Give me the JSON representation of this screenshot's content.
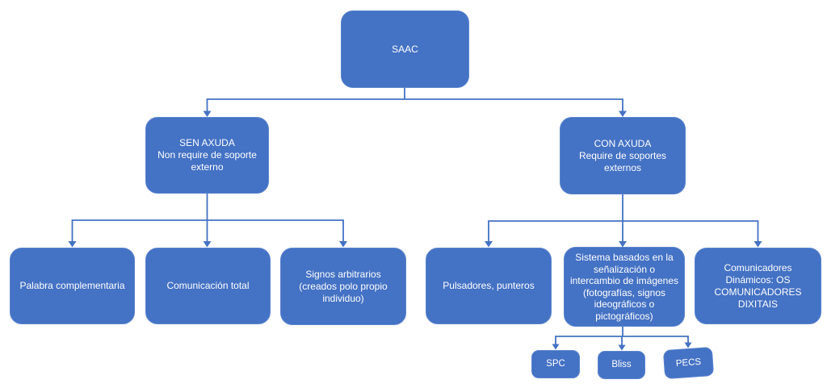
{
  "colors": {
    "node_fill": "#4472C4",
    "node_text": "#FFFFFF",
    "connector": "#4472C4",
    "background": "#FFFFFF"
  },
  "nodes": {
    "saac": {
      "label": "SAAC"
    },
    "sen_axuda": {
      "label": "SEN AXUDA\nNon require de soporte\nexterno"
    },
    "con_axuda": {
      "label": "CON AXUDA\nRequire de soportes\nexternos"
    },
    "palabra_complementaria": {
      "label": "Palabra complementaria"
    },
    "comunicacion_total": {
      "label": "Comunicación total"
    },
    "signos_arbitrarios": {
      "label": "Signos arbitrarios\n(creados polo propio\nindividuo)"
    },
    "pulsadores_punteros": {
      "label": "Pulsadores, punteros"
    },
    "sistema_imaxes": {
      "label": "Sistema basados en la\nseñalización o\nintercambio de imágenes\n(fotografías, signos\nideográficos o\npictográficos)"
    },
    "comunicadores_dinamicos": {
      "label": "Comunicadores\nDinámicos: OS\nCOMUNICADORES\nDIXITAIS"
    },
    "spc": {
      "label": "SPC"
    },
    "bliss": {
      "label": "Bliss"
    },
    "pecs": {
      "label": "PECS"
    }
  },
  "edges": [
    {
      "from": "saac",
      "to": "sen_axuda"
    },
    {
      "from": "saac",
      "to": "con_axuda"
    },
    {
      "from": "sen_axuda",
      "to": "palabra_complementaria"
    },
    {
      "from": "sen_axuda",
      "to": "comunicacion_total"
    },
    {
      "from": "sen_axuda",
      "to": "signos_arbitrarios"
    },
    {
      "from": "con_axuda",
      "to": "pulsadores_punteros"
    },
    {
      "from": "con_axuda",
      "to": "sistema_imaxes"
    },
    {
      "from": "con_axuda",
      "to": "comunicadores_dinamicos"
    },
    {
      "from": "sistema_imaxes",
      "to": "spc"
    },
    {
      "from": "sistema_imaxes",
      "to": "bliss"
    },
    {
      "from": "sistema_imaxes",
      "to": "pecs"
    }
  ]
}
